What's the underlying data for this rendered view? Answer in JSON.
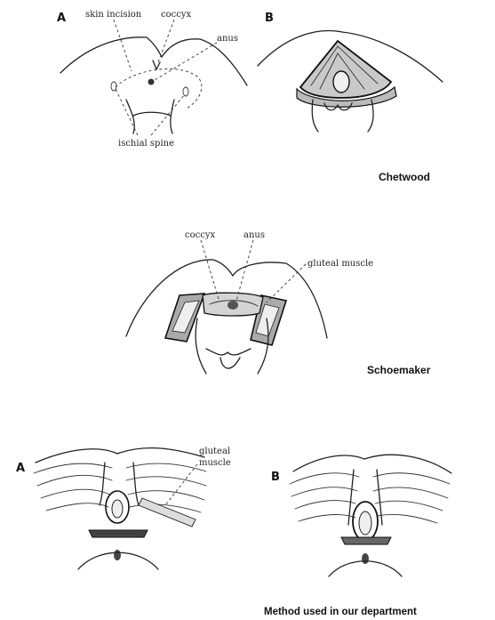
{
  "figure1": {
    "panel_a": "A",
    "panel_b": "B",
    "label_skin_incision": "skin incision",
    "label_coccyx": "coccyx",
    "label_anus": "anus",
    "label_ischial_spine": "ischial spine",
    "caption": "Chetwood"
  },
  "figure2": {
    "label_coccyx": "coccyx",
    "label_anus": "anus",
    "label_gluteal_muscle": "gluteal muscle",
    "caption": "Schoemaker"
  },
  "figure3": {
    "panel_a": "A",
    "panel_b": "B",
    "label_gluteal": "gluteal",
    "label_muscle": "muscle",
    "caption": "Method used in our department"
  }
}
